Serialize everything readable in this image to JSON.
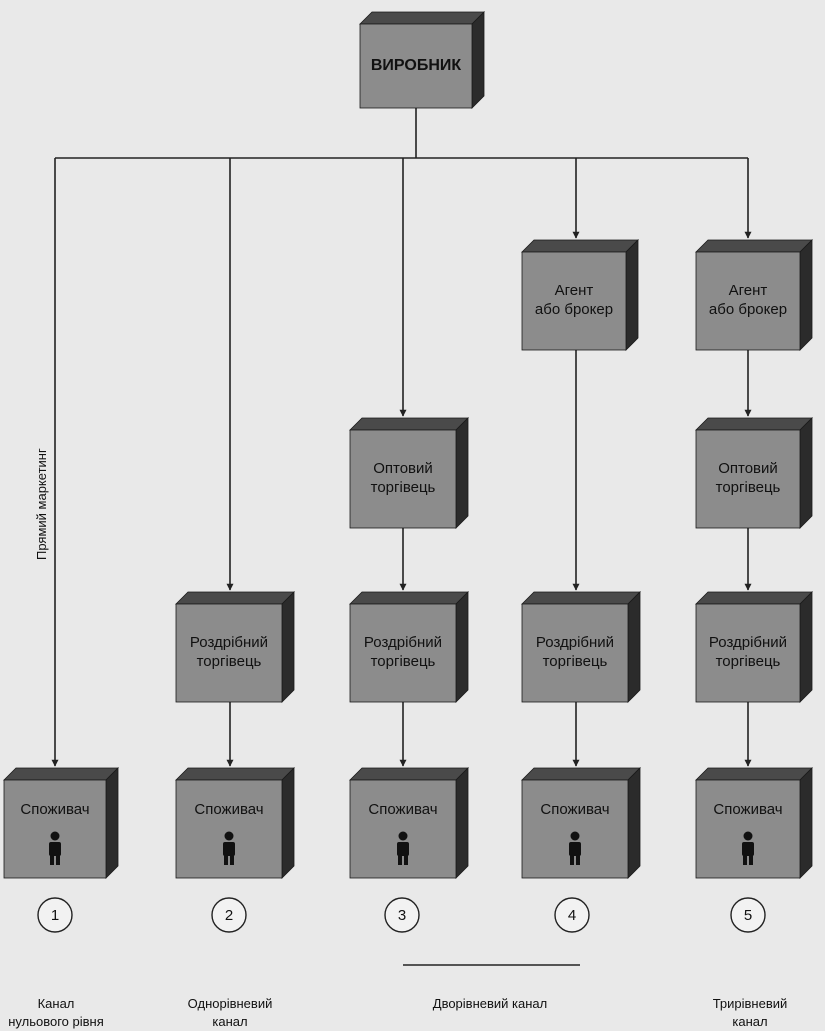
{
  "nodes": {
    "producer": "ВИРОБНИК",
    "agent_4": "Агент\nабо брокер",
    "agent_5": "Агент\nабо брокер",
    "wholesaler_3": "Оптовий\nторгівець",
    "wholesaler_5": "Оптовий\nторгівець",
    "retailer_2": "Роздрібний\nторгівець",
    "retailer_3": "Роздрібний\nторгівець",
    "retailer_4": "Роздрібний\nторгівець",
    "retailer_5": "Роздрібний\nторгівець",
    "consumer_1": "Споживач",
    "consumer_2": "Споживач",
    "consumer_3": "Споживач",
    "consumer_4": "Споживач",
    "consumer_5": "Споживач"
  },
  "direct_marketing_label": "Прямий маркетинг",
  "channel_numbers": [
    "1",
    "2",
    "3",
    "4",
    "5"
  ],
  "channel_labels": {
    "zero_level": "Канал\nнульового рівня",
    "one_level": "Однорівневий\nканал",
    "two_level": "Дворівневий канал",
    "three_level": "Трирівневий\nканал"
  },
  "colors": {
    "box_front": "#8c8c8c",
    "box_top": "#4a4a4a",
    "box_side": "#2b2b2b",
    "line": "#222222",
    "background": "#e9e9e9"
  },
  "icon": "person-icon"
}
